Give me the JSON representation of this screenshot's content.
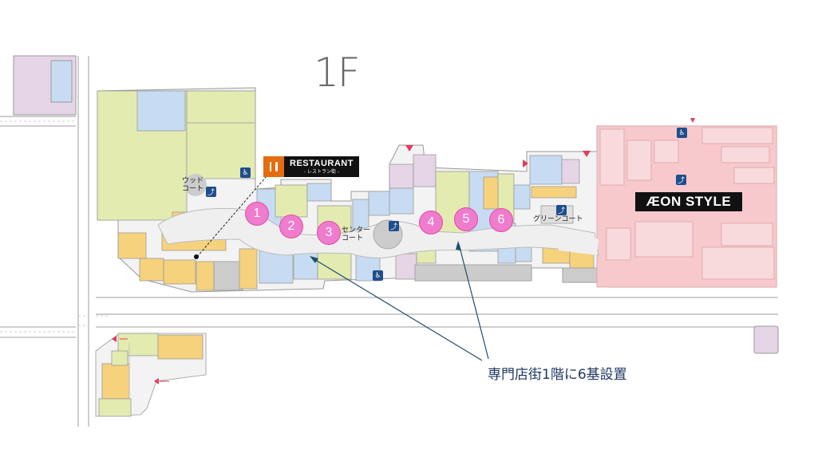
{
  "floor": "1F",
  "restaurant_sign": {
    "title": "RESTAURANT",
    "subtitle": "- レストラン街 -"
  },
  "anchor_store": "ÆON STYLE",
  "courts": {
    "wood": "ウッド\nコート",
    "center": "センター\nコート",
    "green": "グリーンコート"
  },
  "elevator_markers": [
    "1",
    "2",
    "3",
    "4",
    "5",
    "6"
  ],
  "annotation": "専門店街1階に6基設置",
  "colors": {
    "marker_fill": "#ef7ccc",
    "arrow": "#1f4e6a",
    "anchor_store_area": "#f7c9cc",
    "shop_green": "#e3ebb1",
    "shop_blue": "#c7dcf2",
    "shop_orange": "#f6d27d"
  },
  "icons": [
    "escalator-icon",
    "restroom-icon",
    "restaurant-icon",
    "entrance-marker"
  ]
}
